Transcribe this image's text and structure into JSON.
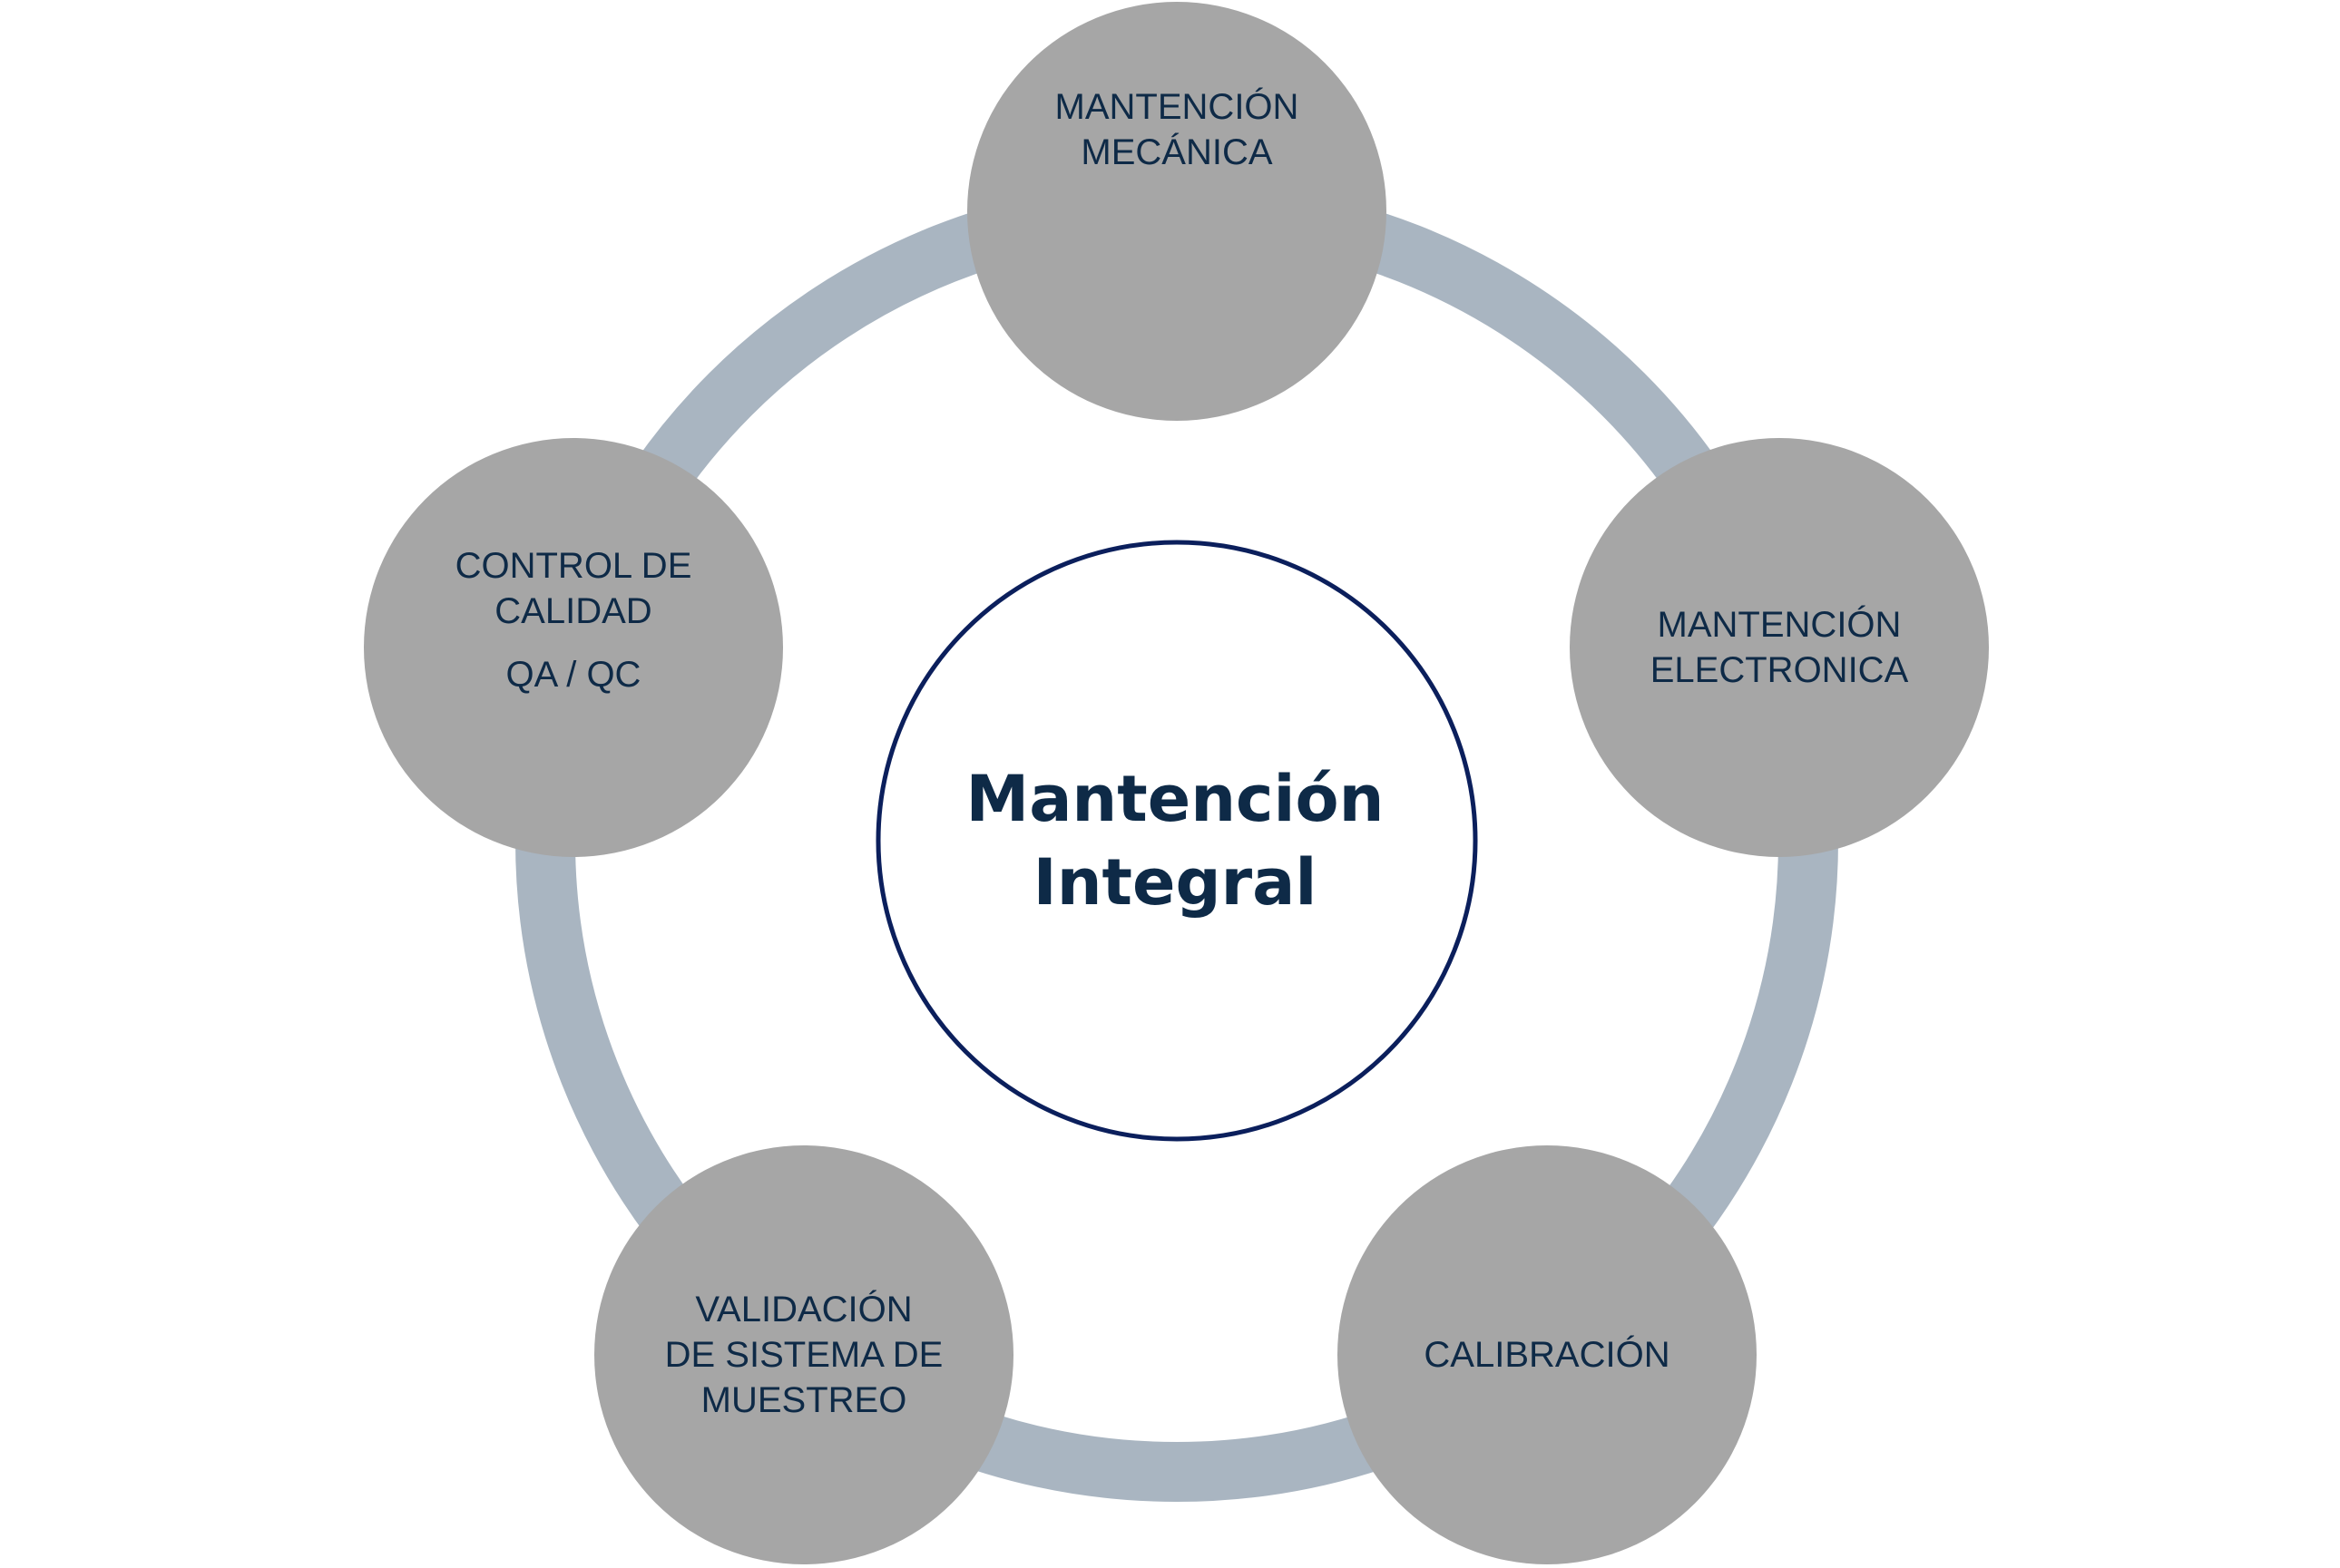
{
  "center": {
    "line1": "Mantención",
    "line2": "Integral"
  },
  "nodes": {
    "top": {
      "line1": "MANTENCIÓN",
      "line2": "MECÁNICA"
    },
    "right": {
      "line1": "MANTENCIÓN",
      "line2": "ELECTRONICA"
    },
    "bottom_right": {
      "line1": "CALIBRACIÓN"
    },
    "bottom_left": {
      "line1": "VALIDACIÓN",
      "line2": "DE SISTEMA DE",
      "line3": "MUESTREO"
    },
    "left": {
      "line1": "CONTROL DE",
      "line2": "CALIDAD",
      "line3": "QA / QC"
    }
  },
  "colors": {
    "ring": "#a9b5c1",
    "node_fill": "#a6a6a6",
    "center_border": "#0b1f5c",
    "text": "#0e2a47"
  }
}
